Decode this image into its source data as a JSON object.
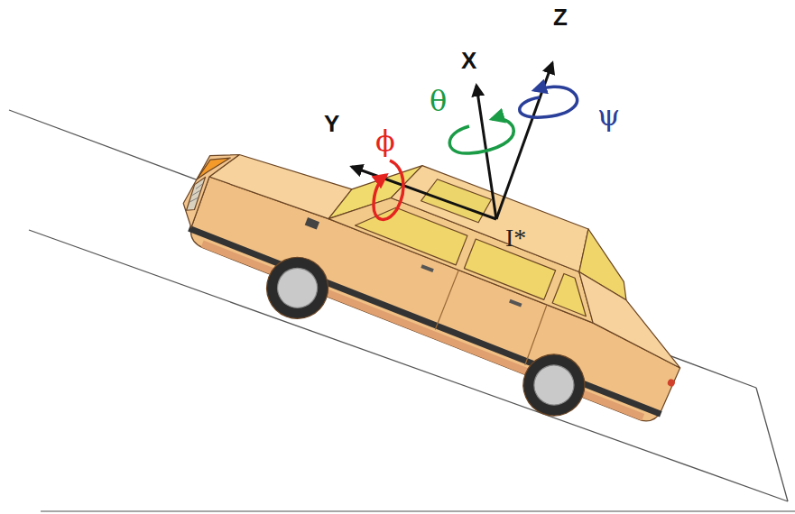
{
  "diagram": {
    "labels": [
      "Z",
      "X",
      "Y",
      "ϕ",
      "θ",
      "ψ",
      "I*"
    ]
  }
}
